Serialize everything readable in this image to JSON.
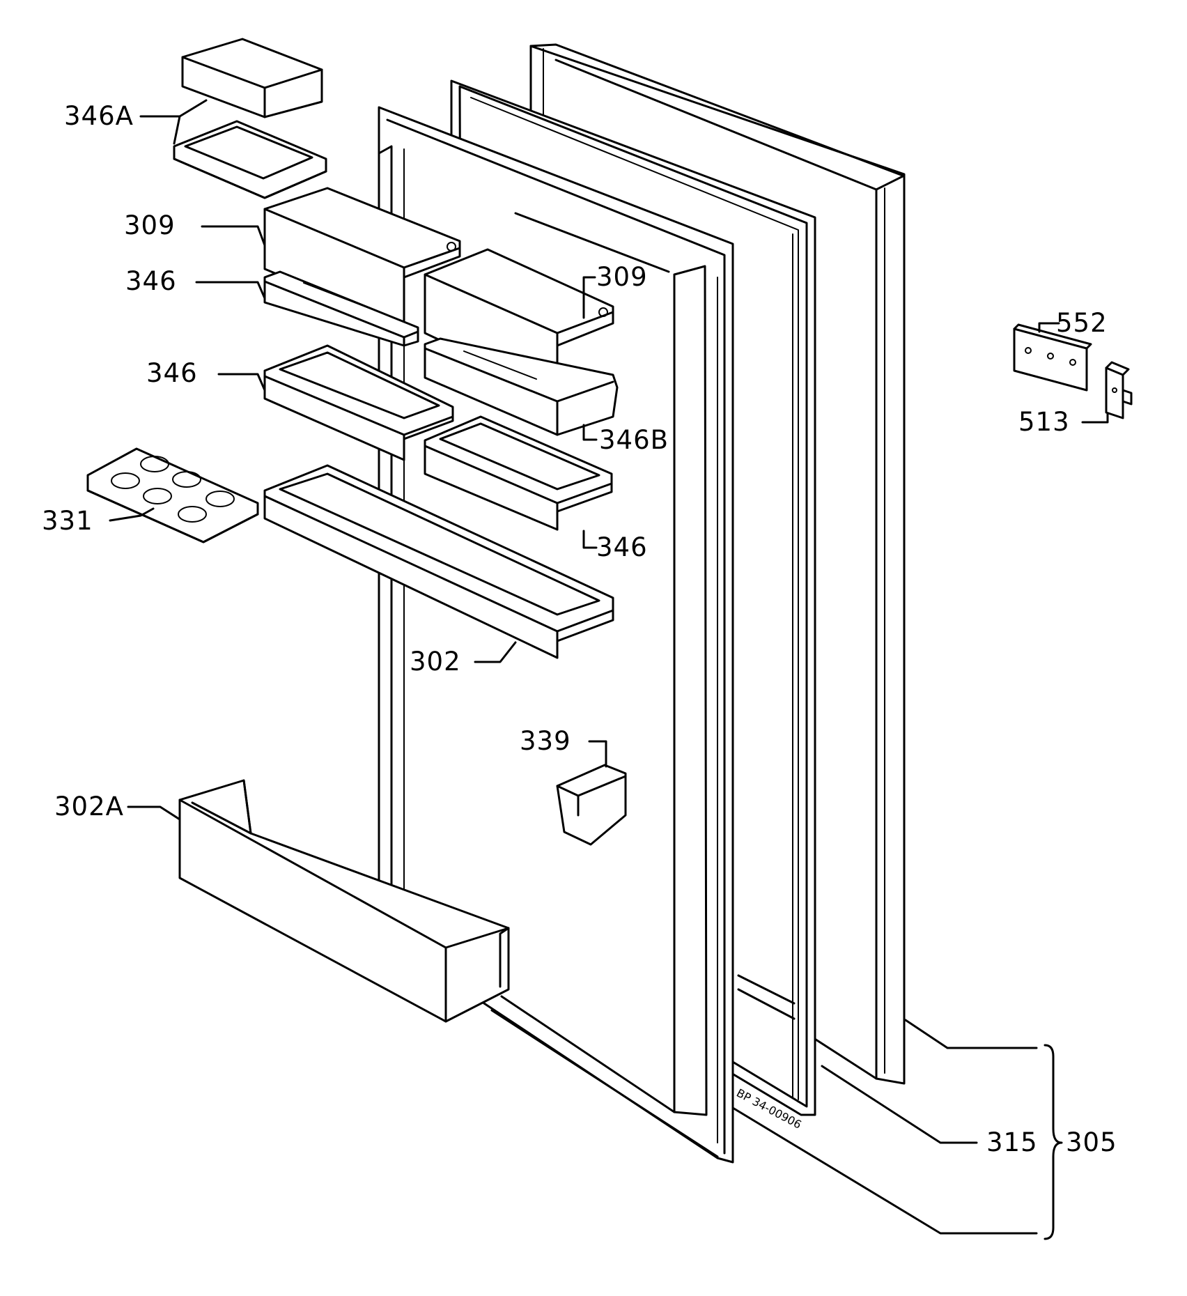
{
  "diagram": {
    "labels": [
      {
        "id": "346a",
        "text": "346A"
      },
      {
        "id": "309-left",
        "text": "309"
      },
      {
        "id": "346-top",
        "text": "346"
      },
      {
        "id": "346-mid",
        "text": "346"
      },
      {
        "id": "331",
        "text": "331"
      },
      {
        "id": "309-right",
        "text": "309"
      },
      {
        "id": "346b",
        "text": "346B"
      },
      {
        "id": "346-right",
        "text": "346"
      },
      {
        "id": "302",
        "text": "302"
      },
      {
        "id": "339",
        "text": "339"
      },
      {
        "id": "302a",
        "text": "302A"
      },
      {
        "id": "552",
        "text": "552"
      },
      {
        "id": "513",
        "text": "513"
      },
      {
        "id": "315",
        "text": "315"
      },
      {
        "id": "305",
        "text": "305"
      }
    ],
    "stamp": "BP 34-00906"
  }
}
